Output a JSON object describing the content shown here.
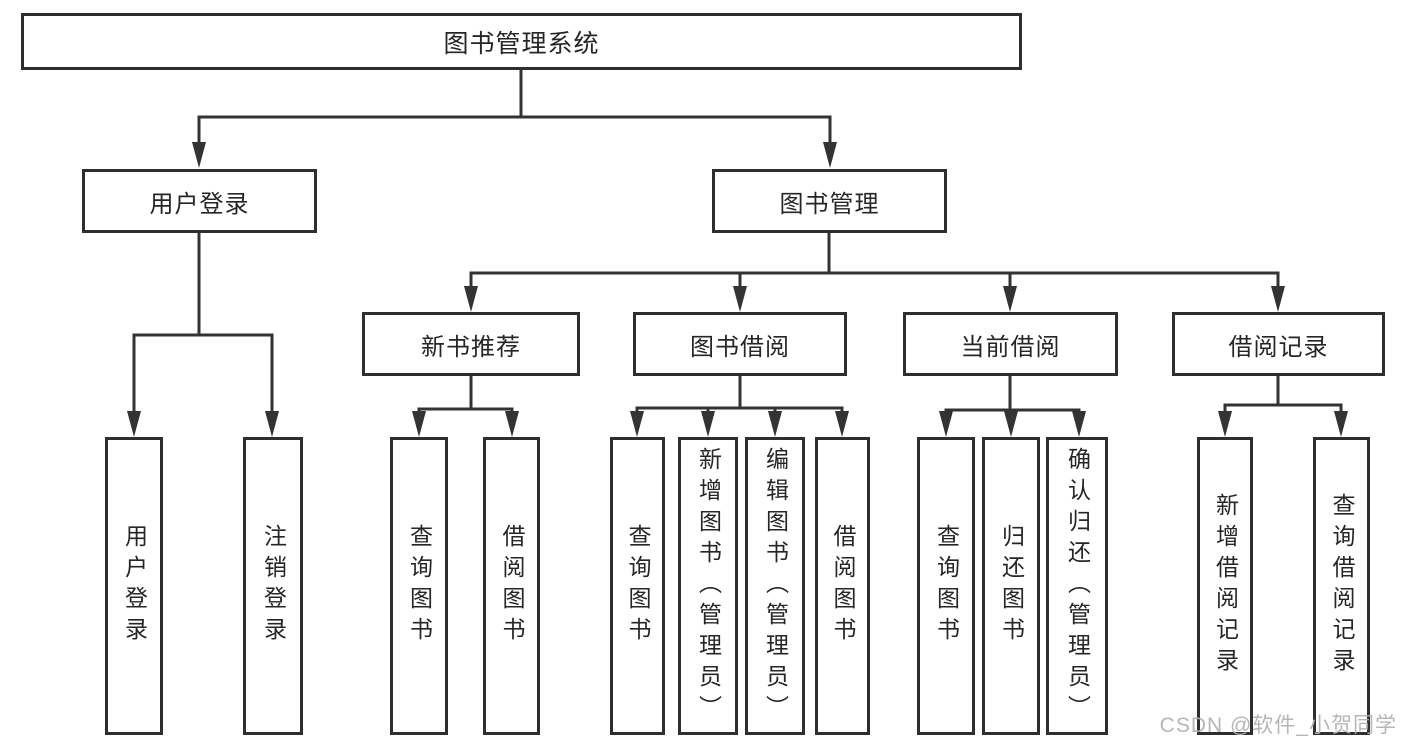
{
  "diagram": {
    "type": "hierarchy-tree",
    "root": {
      "label": "图书管理系统"
    },
    "level2": [
      {
        "id": "user-login",
        "label": "用户登录",
        "parent": "图书管理系统"
      },
      {
        "id": "book-management",
        "label": "图书管理",
        "parent": "图书管理系统"
      }
    ],
    "level3": [
      {
        "id": "new-book-recommend",
        "label": "新书推荐",
        "parent": "图书管理"
      },
      {
        "id": "book-borrowing",
        "label": "图书借阅",
        "parent": "图书管理"
      },
      {
        "id": "current-borrowing",
        "label": "当前借阅",
        "parent": "图书管理"
      },
      {
        "id": "borrowing-records",
        "label": "借阅记录",
        "parent": "图书管理"
      }
    ],
    "leaves": [
      {
        "label": "用户登录",
        "parent": "用户登录"
      },
      {
        "label": "注销登录",
        "parent": "用户登录"
      },
      {
        "label": "查询图书",
        "parent": "新书推荐"
      },
      {
        "label": "借阅图书",
        "parent": "新书推荐"
      },
      {
        "label": "查询图书",
        "parent": "图书借阅"
      },
      {
        "label": "新增图书（管理员）",
        "parent": "图书借阅"
      },
      {
        "label": "编辑图书（管理员）",
        "parent": "图书借阅"
      },
      {
        "label": "借阅图书",
        "parent": "图书借阅"
      },
      {
        "label": "查询图书",
        "parent": "当前借阅"
      },
      {
        "label": "归还图书",
        "parent": "当前借阅"
      },
      {
        "label": "确认归还（管理员）",
        "parent": "当前借阅"
      },
      {
        "label": "新增借阅记录",
        "parent": "借阅记录"
      },
      {
        "label": "查询借阅记录",
        "parent": "借阅记录"
      }
    ],
    "colors": {
      "line": "#333333",
      "box_border": "#2e2e2e",
      "text": "#262626",
      "background": "#ffffff",
      "watermark": "#b2b2b2"
    }
  },
  "watermark": {
    "text": "CSDN @软件_小贺同学"
  }
}
